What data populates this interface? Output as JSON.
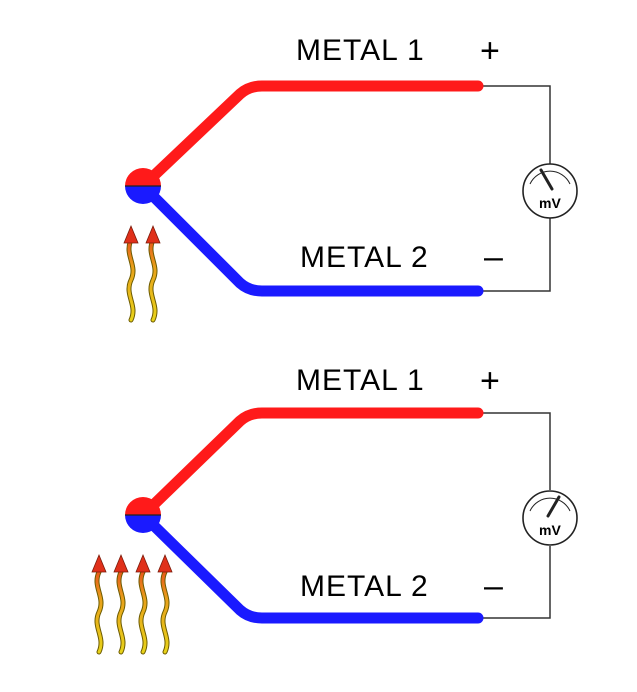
{
  "labels": {
    "metal1": "METAL 1",
    "metal2": "METAL 2",
    "plus": "+",
    "minus": "–",
    "meter_unit": "mV"
  },
  "colors": {
    "metal1": "#ff1a1a",
    "metal2": "#1a1aff",
    "wire": "#333333",
    "arrow": "#e0301a",
    "heat_wave": "#d4b400"
  },
  "diagrams": [
    {
      "id": "low-heat",
      "heat_wave_count": 2,
      "meter_needle": "left"
    },
    {
      "id": "high-heat",
      "heat_wave_count": 4,
      "meter_needle": "right"
    }
  ],
  "icons": {
    "meter": "millivoltmeter-icon",
    "heat": "heat-wave-icon",
    "junction": "thermocouple-junction-icon"
  }
}
